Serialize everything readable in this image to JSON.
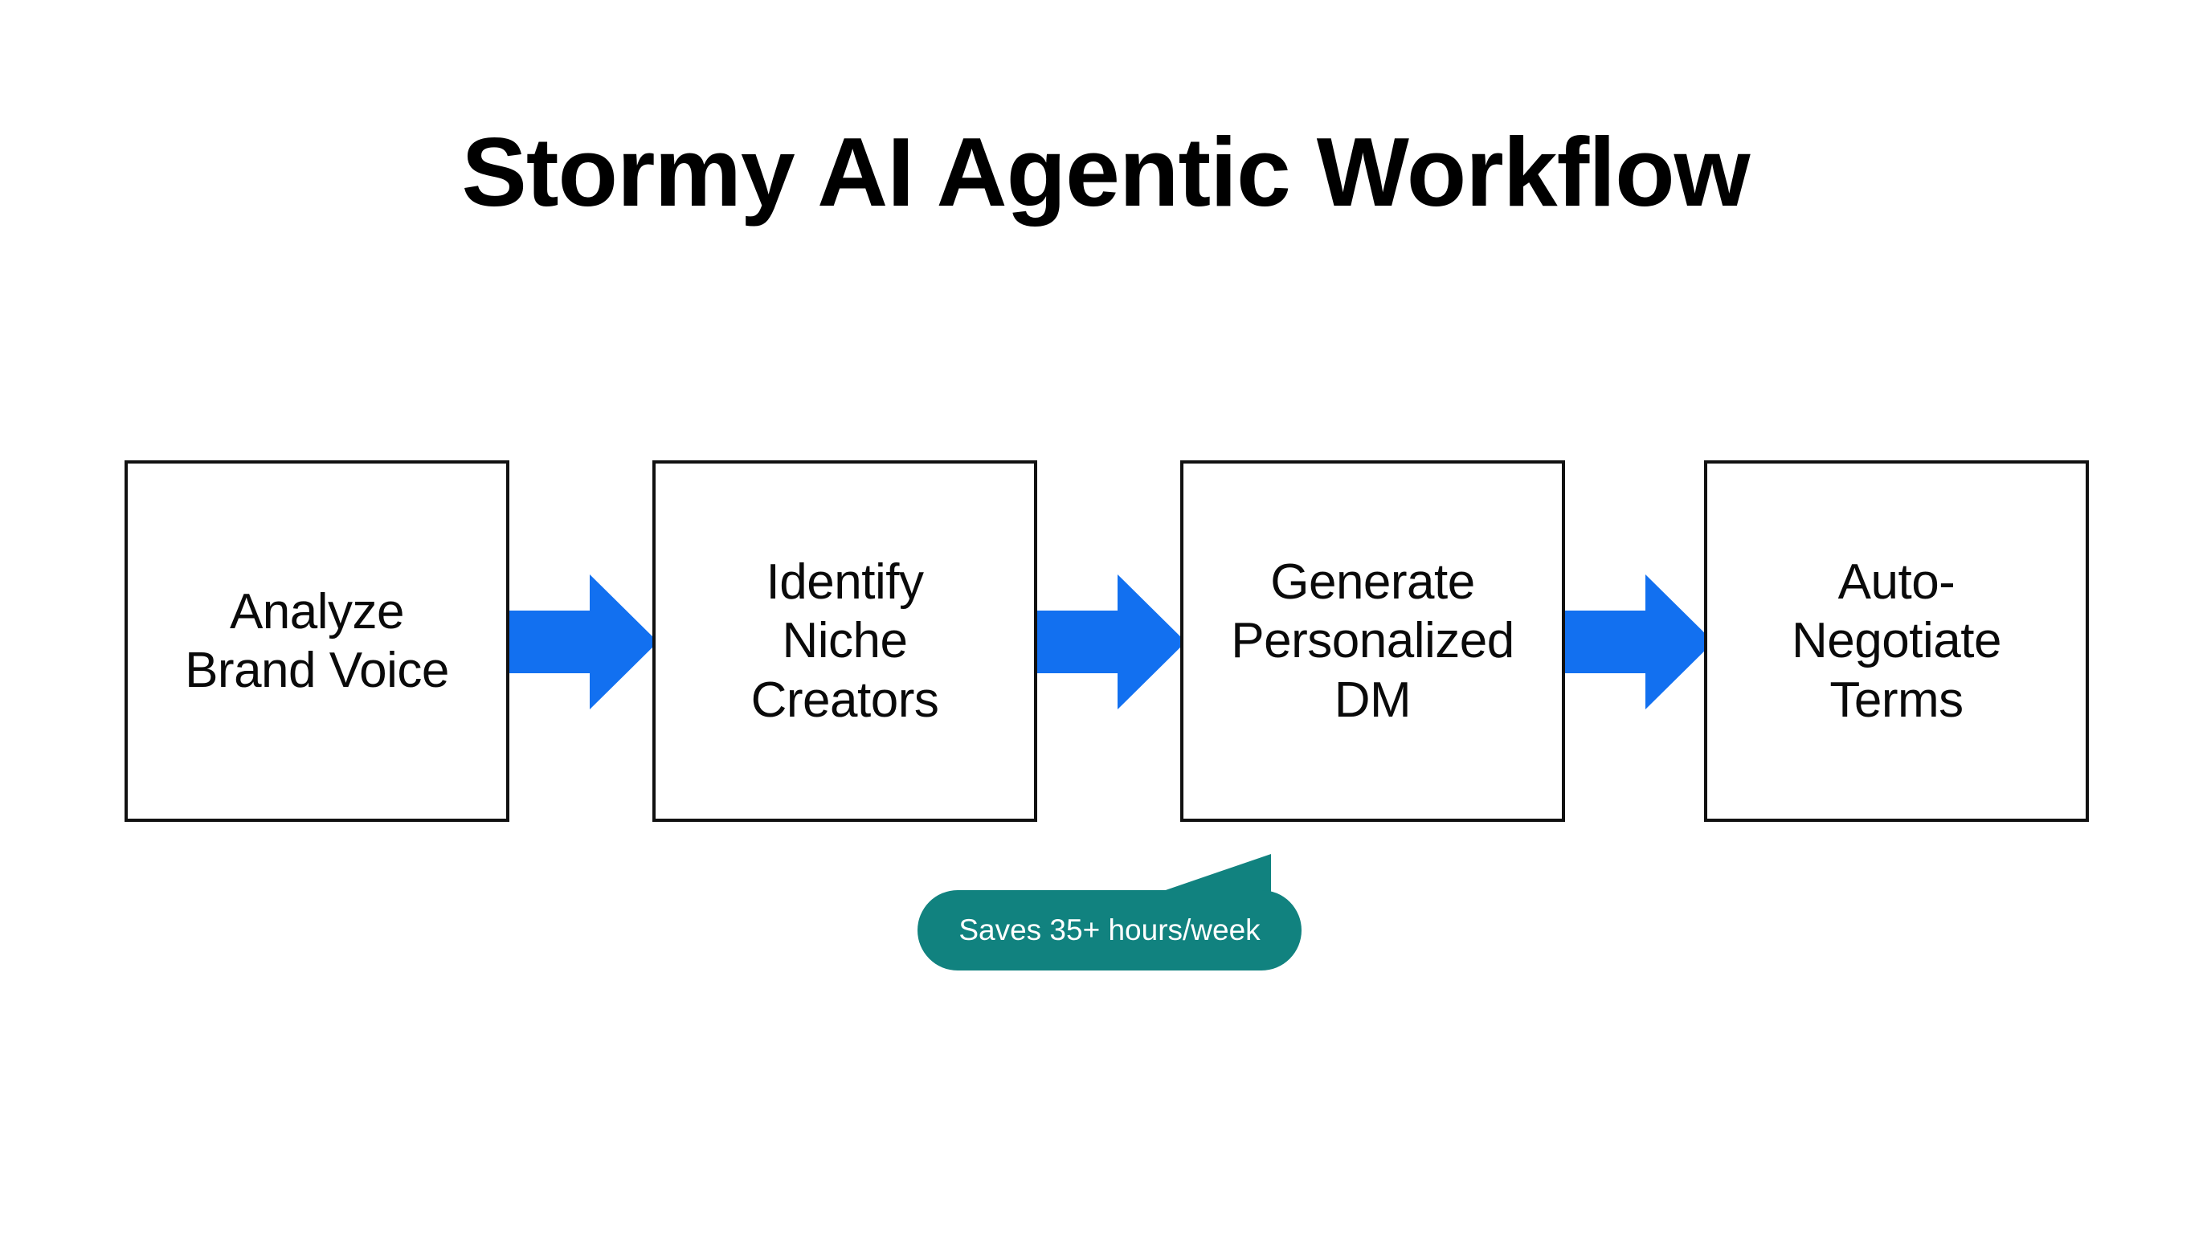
{
  "page": {
    "background_color": "#ffffff",
    "title": "Stormy AI Agentic Workflow"
  },
  "colors": {
    "arrow_blue": "#1270F0",
    "callout_teal": "#11827F",
    "box_border": "#111111",
    "text_black": "#0a0a0a",
    "callout_text": "#ffffff"
  },
  "flow": {
    "steps": [
      {
        "id": "step-1",
        "label": "Analyze\nBrand Voice"
      },
      {
        "id": "step-2",
        "label": "Identify\nNiche\nCreators"
      },
      {
        "id": "step-3",
        "label": "Generate\nPersonalized\nDM"
      },
      {
        "id": "step-4",
        "label": "Auto-\nNegotiate\nTerms"
      }
    ],
    "connectors": [
      {
        "id": "arrow-1",
        "direction": "right"
      },
      {
        "id": "arrow-2",
        "direction": "right"
      },
      {
        "id": "arrow-3",
        "direction": "right"
      }
    ]
  },
  "callout": {
    "text": "Saves 35+ hours/week",
    "attached_to": "step-3"
  },
  "chart_data": {
    "type": "diagram",
    "subtype": "horizontal-flowchart",
    "title": "Stormy AI Agentic Workflow",
    "nodes": [
      "Analyze Brand Voice",
      "Identify Niche Creators",
      "Generate Personalized DM",
      "Auto-Negotiate Terms"
    ],
    "edges": [
      {
        "from": "Analyze Brand Voice",
        "to": "Identify Niche Creators"
      },
      {
        "from": "Identify Niche Creators",
        "to": "Generate Personalized DM"
      },
      {
        "from": "Generate Personalized DM",
        "to": "Auto-Negotiate Terms"
      }
    ],
    "annotations": [
      {
        "text": "Saves 35+ hours/week",
        "anchor": "Generate Personalized DM",
        "style": "teal-speech-bubble"
      }
    ]
  }
}
